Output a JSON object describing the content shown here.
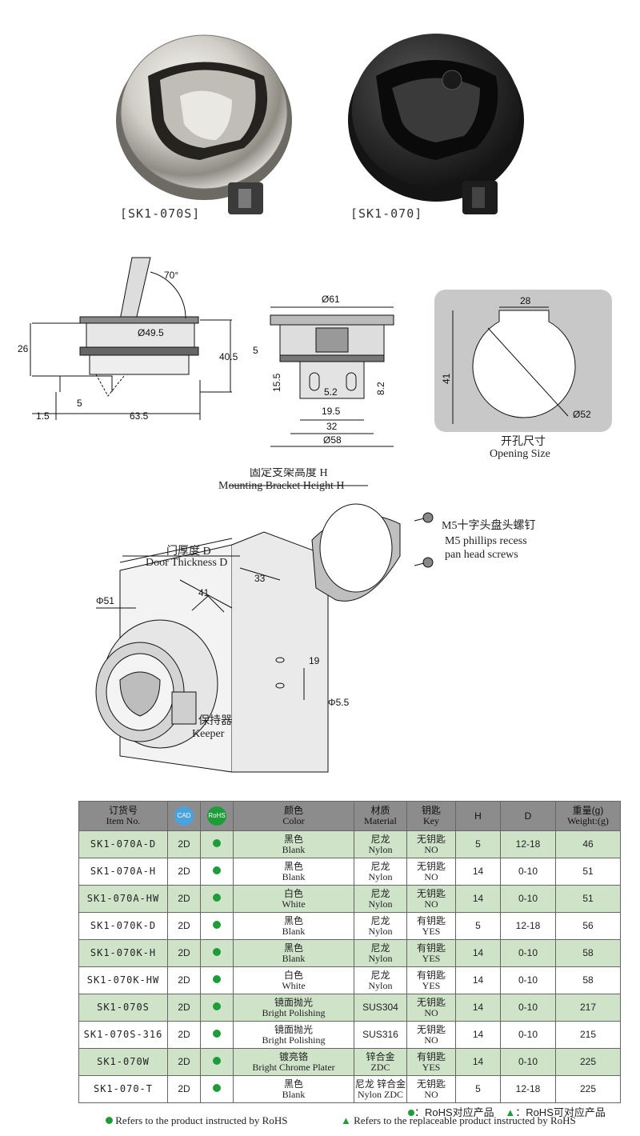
{
  "products": [
    {
      "caption": "[SK1-070S]",
      "finish": "polished"
    },
    {
      "caption": "[SK1-070]",
      "finish": "black"
    }
  ],
  "side_view": {
    "angle": "70°",
    "inner_dia": "Ø49.5",
    "height_26": "26",
    "height_405": "40.5",
    "dim_15": "1.5",
    "dim_5": "5",
    "dim_635": "63.5"
  },
  "front_view": {
    "top_dia": "Ø61",
    "dim_5": "5",
    "dim_155": "15.5",
    "dim_52": "5.2",
    "dim_82": "8.2",
    "dim_195": "19.5",
    "dim_32": "32",
    "bottom_dia": "Ø58"
  },
  "opening": {
    "width": "28",
    "height": "41",
    "dia": "Ø52",
    "title_cn": "开孔尺寸",
    "title_en": "Opening Size"
  },
  "assembly": {
    "bracket_cn": "固定支架高度 H",
    "bracket_en": "Mounting Bracket Height H",
    "screw_cn": "M5十字头盘头螺钉",
    "screw_en1": "M5 phillips recess",
    "screw_en2": "pan head screws",
    "door_cn": "门厚度 D",
    "door_en": "Door Thickness D",
    "dim_41": "41",
    "dim_33": "33",
    "dim_51": "Φ51",
    "dim_19": "19",
    "dim_55": "Φ5.5",
    "keeper_cn": "保持器",
    "keeper_en": "Keeper"
  },
  "table": {
    "headers": {
      "item_cn": "订货号",
      "item_en": "Item No.",
      "cad": "CAD",
      "rohs": "RoHS",
      "color_cn": "颜色",
      "color_en": "Color",
      "material_cn": "材质",
      "material_en": "Material",
      "key_cn": "钥匙",
      "key_en": "Key",
      "h": "H",
      "d": "D",
      "weight_cn": "重量(g)",
      "weight_en": "Weight:(g)"
    },
    "rows": [
      {
        "item": "SK1-070A-D",
        "cad": "2D",
        "color_cn": "黑色",
        "color_en": "Blank",
        "mat_cn": "尼龙",
        "mat_en": "Nylon",
        "key_cn": "无钥匙",
        "key_en": "NO",
        "h": "5",
        "d": "12-18",
        "w": "46"
      },
      {
        "item": "SK1-070A-H",
        "cad": "2D",
        "color_cn": "黑色",
        "color_en": "Blank",
        "mat_cn": "尼龙",
        "mat_en": "Nylon",
        "key_cn": "无钥匙",
        "key_en": "NO",
        "h": "14",
        "d": "0-10",
        "w": "51"
      },
      {
        "item": "SK1-070A-HW",
        "cad": "2D",
        "color_cn": "白色",
        "color_en": "White",
        "mat_cn": "尼龙",
        "mat_en": "Nylon",
        "key_cn": "无钥匙",
        "key_en": "NO",
        "h": "14",
        "d": "0-10",
        "w": "51"
      },
      {
        "item": "SK1-070K-D",
        "cad": "2D",
        "color_cn": "黑色",
        "color_en": "Blank",
        "mat_cn": "尼龙",
        "mat_en": "Nylon",
        "key_cn": "有钥匙",
        "key_en": "YES",
        "h": "5",
        "d": "12-18",
        "w": "56"
      },
      {
        "item": "SK1-070K-H",
        "cad": "2D",
        "color_cn": "黑色",
        "color_en": "Blank",
        "mat_cn": "尼龙",
        "mat_en": "Nylon",
        "key_cn": "有钥匙",
        "key_en": "YES",
        "h": "14",
        "d": "0-10",
        "w": "58"
      },
      {
        "item": "SK1-070K-HW",
        "cad": "2D",
        "color_cn": "白色",
        "color_en": "White",
        "mat_cn": "尼龙",
        "mat_en": "Nylon",
        "key_cn": "有钥匙",
        "key_en": "YES",
        "h": "14",
        "d": "0-10",
        "w": "58"
      },
      {
        "item": "SK1-070S",
        "cad": "2D",
        "color_cn": "镜面抛光",
        "color_en": "Bright Polishing",
        "mat_cn": "SUS304",
        "mat_en": "",
        "key_cn": "无钥匙",
        "key_en": "NO",
        "h": "14",
        "d": "0-10",
        "w": "217"
      },
      {
        "item": "SK1-070S-316",
        "cad": "2D",
        "color_cn": "镜面抛光",
        "color_en": "Bright Polishing",
        "mat_cn": "SUS316",
        "mat_en": "",
        "key_cn": "无钥匙",
        "key_en": "NO",
        "h": "14",
        "d": "0-10",
        "w": "215"
      },
      {
        "item": "SK1-070W",
        "cad": "2D",
        "color_cn": "镀亮铬",
        "color_en": "Bright Chrome Plater",
        "mat_cn": "锌合金",
        "mat_en": "ZDC",
        "key_cn": "有钥匙",
        "key_en": "YES",
        "h": "14",
        "d": "0-10",
        "w": "225"
      },
      {
        "item": "SK1-070-T",
        "cad": "2D",
        "color_cn": "黑色",
        "color_en": "Blank",
        "mat_cn": "尼龙  锌合金",
        "mat_en": "Nylon   ZDC",
        "key_cn": "无钥匙",
        "key_en": "NO",
        "h": "5",
        "d": "12-18",
        "w": "225"
      }
    ]
  },
  "legend": {
    "rohs_cn": "：RoHS对应产品",
    "replace_cn": "：RoHS可对应产品"
  },
  "footer": {
    "rohs_en": "Refers to the product instructed by RoHS",
    "replace_en": "Refers to the replaceable product instructed by RoHS"
  },
  "colors": {
    "green_row": "#cfe3c9",
    "header": "#8c8c8c",
    "rohs_green": "#1e9c3a",
    "cad_blue": "#4aa3df"
  }
}
